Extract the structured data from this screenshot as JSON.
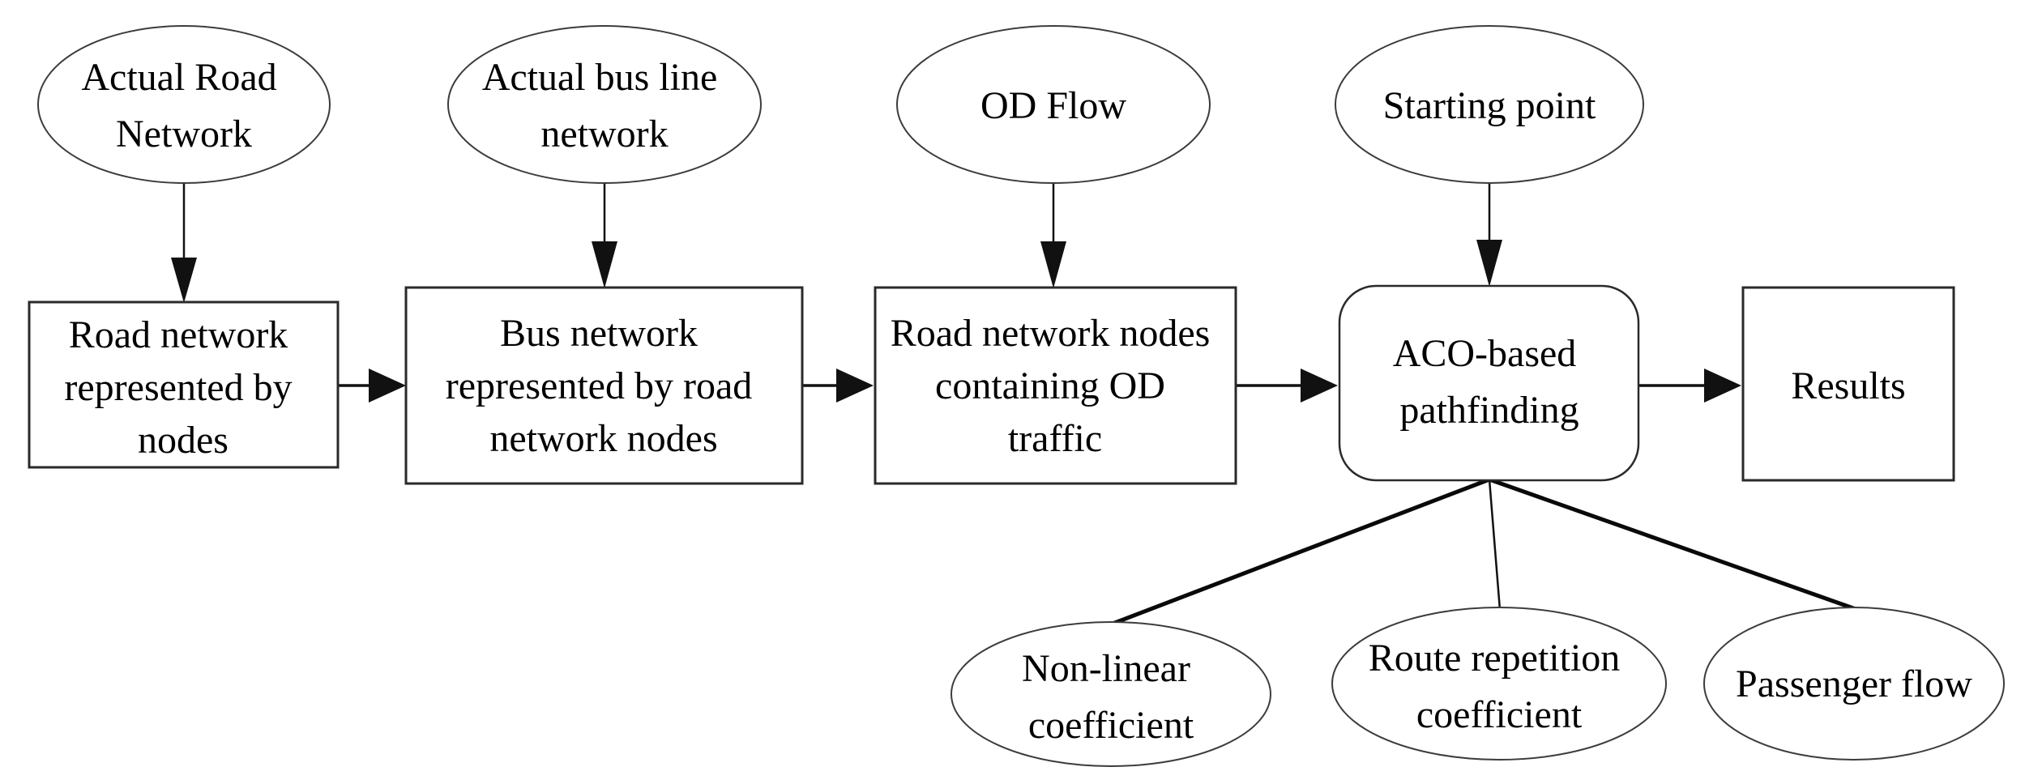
{
  "diagram": {
    "background_color": "#ffffff",
    "stroke_color": "#2a2a2a",
    "text_color": "#000000",
    "nodes": {
      "actual_road_network": {
        "shape": "ellipse",
        "lines": [
          "Actual Road",
          "Network"
        ]
      },
      "actual_bus_line_network": {
        "shape": "ellipse",
        "lines": [
          "Actual bus line",
          "network"
        ]
      },
      "od_flow": {
        "shape": "ellipse",
        "lines": [
          "OD Flow"
        ]
      },
      "starting_point": {
        "shape": "ellipse",
        "lines": [
          "Starting point"
        ]
      },
      "road_network_nodes": {
        "shape": "rect",
        "lines": [
          "Road network",
          "represented by",
          "nodes"
        ]
      },
      "bus_network_nodes": {
        "shape": "rect",
        "lines": [
          "Bus network",
          "represented by road",
          "network nodes"
        ]
      },
      "od_traffic_nodes": {
        "shape": "rect",
        "lines": [
          "Road network nodes",
          "containing OD",
          "traffic"
        ]
      },
      "aco_pathfinding": {
        "shape": "rounded-rect",
        "lines": [
          "ACO-based",
          "pathfinding"
        ]
      },
      "results": {
        "shape": "rect",
        "lines": [
          "Results"
        ]
      },
      "non_linear_coefficient": {
        "shape": "ellipse",
        "lines": [
          "Non-linear",
          "coefficient"
        ]
      },
      "route_repetition_coefficient": {
        "shape": "ellipse",
        "lines": [
          "Route repetition",
          "coefficient"
        ]
      },
      "passenger_flow": {
        "shape": "ellipse",
        "lines": [
          "Passenger flow"
        ]
      }
    },
    "edges": [
      {
        "from": "actual_road_network",
        "to": "road_network_nodes",
        "style": "arrow"
      },
      {
        "from": "actual_bus_line_network",
        "to": "bus_network_nodes",
        "style": "arrow"
      },
      {
        "from": "od_flow",
        "to": "od_traffic_nodes",
        "style": "arrow"
      },
      {
        "from": "starting_point",
        "to": "aco_pathfinding",
        "style": "arrow"
      },
      {
        "from": "road_network_nodes",
        "to": "bus_network_nodes",
        "style": "arrow"
      },
      {
        "from": "bus_network_nodes",
        "to": "od_traffic_nodes",
        "style": "arrow"
      },
      {
        "from": "od_traffic_nodes",
        "to": "aco_pathfinding",
        "style": "arrow"
      },
      {
        "from": "aco_pathfinding",
        "to": "results",
        "style": "arrow"
      },
      {
        "from": "aco_pathfinding",
        "to": "non_linear_coefficient",
        "style": "plain-line"
      },
      {
        "from": "aco_pathfinding",
        "to": "route_repetition_coefficient",
        "style": "plain-line"
      },
      {
        "from": "aco_pathfinding",
        "to": "passenger_flow",
        "style": "plain-line"
      }
    ]
  }
}
